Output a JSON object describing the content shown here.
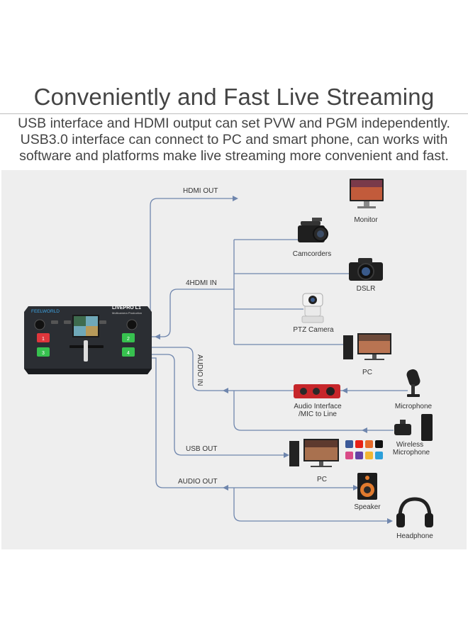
{
  "header": {
    "title": "Conveniently and Fast Live Streaming",
    "subtitle_lines": [
      "USB interface and HDMI output can set PVW and PGM independently.",
      "USB3.0 interface can connect to PC and smart phone, can works with",
      "software and platforms make live streaming more convenient and fast."
    ]
  },
  "device": {
    "brand": "FEELWORLD",
    "model": "LIVEPRO L1",
    "tagline": "Multicamera Production",
    "buttons": [
      "1",
      "2",
      "3",
      "4"
    ]
  },
  "connections": {
    "hdmi_out": "HDMI OUT",
    "hdmi_in": "4HDMI IN",
    "audio_in": "AUDIO IN",
    "usb_out": "USB OUT",
    "audio_out": "AUDIO OUT"
  },
  "peripherals": {
    "monitor": "Monitor",
    "camcorders": "Camcorders",
    "dslr": "DSLR",
    "ptz_camera": "PTZ Camera",
    "pc_in": "PC",
    "audio_interface": "Audio Interface",
    "audio_interface_sub": "/MIC to Line",
    "microphone": "Microphone",
    "wireless_mic_1": "Wireless",
    "wireless_mic_2": "Microphone",
    "pc_usb": "PC",
    "speaker": "Speaker",
    "headphone": "Headphone"
  },
  "colors": {
    "wire": "#6f86ad",
    "device_body": "#2b2e33",
    "button_green": "#37c14f",
    "button_red": "#e0363c",
    "panel_bg": "#eeeeee"
  }
}
